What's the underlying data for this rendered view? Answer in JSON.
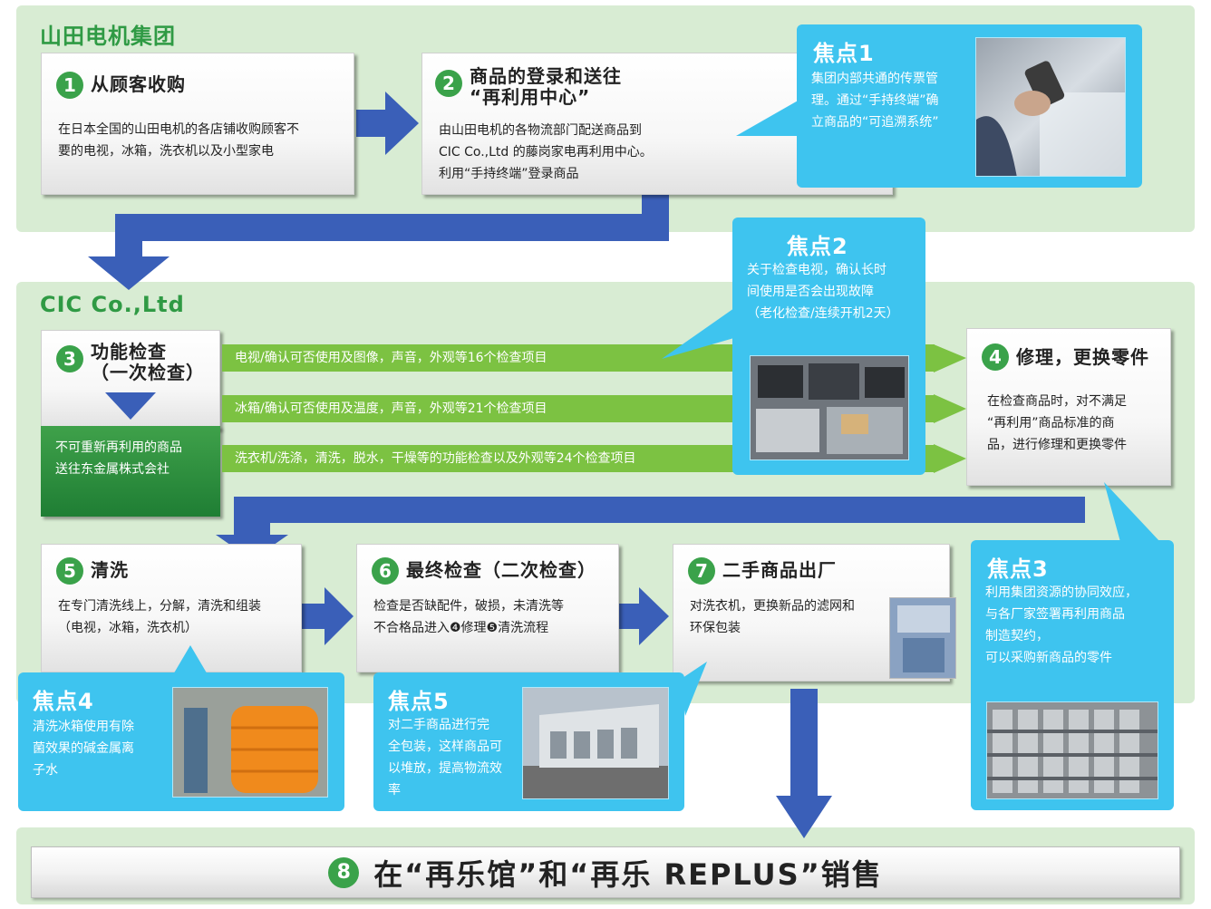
{
  "sections": {
    "yamada": {
      "title": "山田电机集团"
    },
    "cic": {
      "title": "CIC Co.,Ltd"
    }
  },
  "steps": {
    "s1": {
      "num": "1",
      "title": "从顾客收购",
      "body": "在日本全国的山田电机的各店铺收购顾客不\n要的电视，冰箱，洗衣机以及小型家电"
    },
    "s2": {
      "num": "2",
      "title": "商品的登录和送往\n“再利用中心”",
      "body": "由山田电机的各物流部门配送商品到\nCIC Co.,Ltd 的藤岗家电再利用中心。\n利用“手持终端”登录商品"
    },
    "s3": {
      "num": "3",
      "title": "功能检查\n（一次检查）"
    },
    "s4": {
      "num": "4",
      "title": "修理，更换零件",
      "body": "在检查商品时，对不满足\n“再利用”商品标准的商\n品，进行修理和更换零件"
    },
    "s5": {
      "num": "5",
      "title": "清洗",
      "body": "在专门清洗线上，分解，清洗和组装\n（电视，冰箱，洗衣机）"
    },
    "s6": {
      "num": "6",
      "title": "最终检查（二次检查）",
      "body": "检查是否缺配件，破损，未清洗等\n不合格品进入❹修理❺清洗流程"
    },
    "s7": {
      "num": "7",
      "title": "二手商品出厂",
      "body": "对洗衣机，更换新品的滤网和\n环保包装"
    },
    "s8": {
      "num": "8",
      "title": "在“再乐馆”和“再乐 REPLUS”销售"
    }
  },
  "reject_text": "不可重新再利用的商品\n送往东金属株式会社",
  "checks": [
    "电视/确认可否使用及图像，声音，外观等16个检查项目",
    "冰箱/确认可否使用及温度，声音，外观等21个检查项目",
    "洗衣机/洗涤，清洗，脱水，干燥等的功能检查以及外观等24个检查项目"
  ],
  "focus": {
    "f1": {
      "title": "焦点1",
      "text": "集团内部共通的传票管\n理。通过“手持终端”确\n立商品的“可追溯系统”"
    },
    "f2": {
      "title": "焦点2",
      "text": "关于检查电视，确认长时\n间使用是否会出现故障\n（老化检查/连续开机2天）"
    },
    "f3": {
      "title": "焦点3",
      "text": "利用集团资源的协同效应，\n与各厂家签署再利用商品\n制造契约，\n可以采购新商品的零件"
    },
    "f4": {
      "title": "焦点4",
      "text": "清洗冰箱使用有除\n菌效果的碱金属离\n子水"
    },
    "f5": {
      "title": "焦点5",
      "text": "对二手商品进行完\n全包装，这样商品可\n以堆放，提高物流效\n率"
    }
  },
  "colors": {
    "section_bg": "#d8ecd3",
    "section_title": "#2f9a44",
    "number_badge": "#3aa24a",
    "focus_bg": "#3ec4ef",
    "flow_arrow": "#3a5fb8",
    "check_bar": "#7cc242"
  }
}
